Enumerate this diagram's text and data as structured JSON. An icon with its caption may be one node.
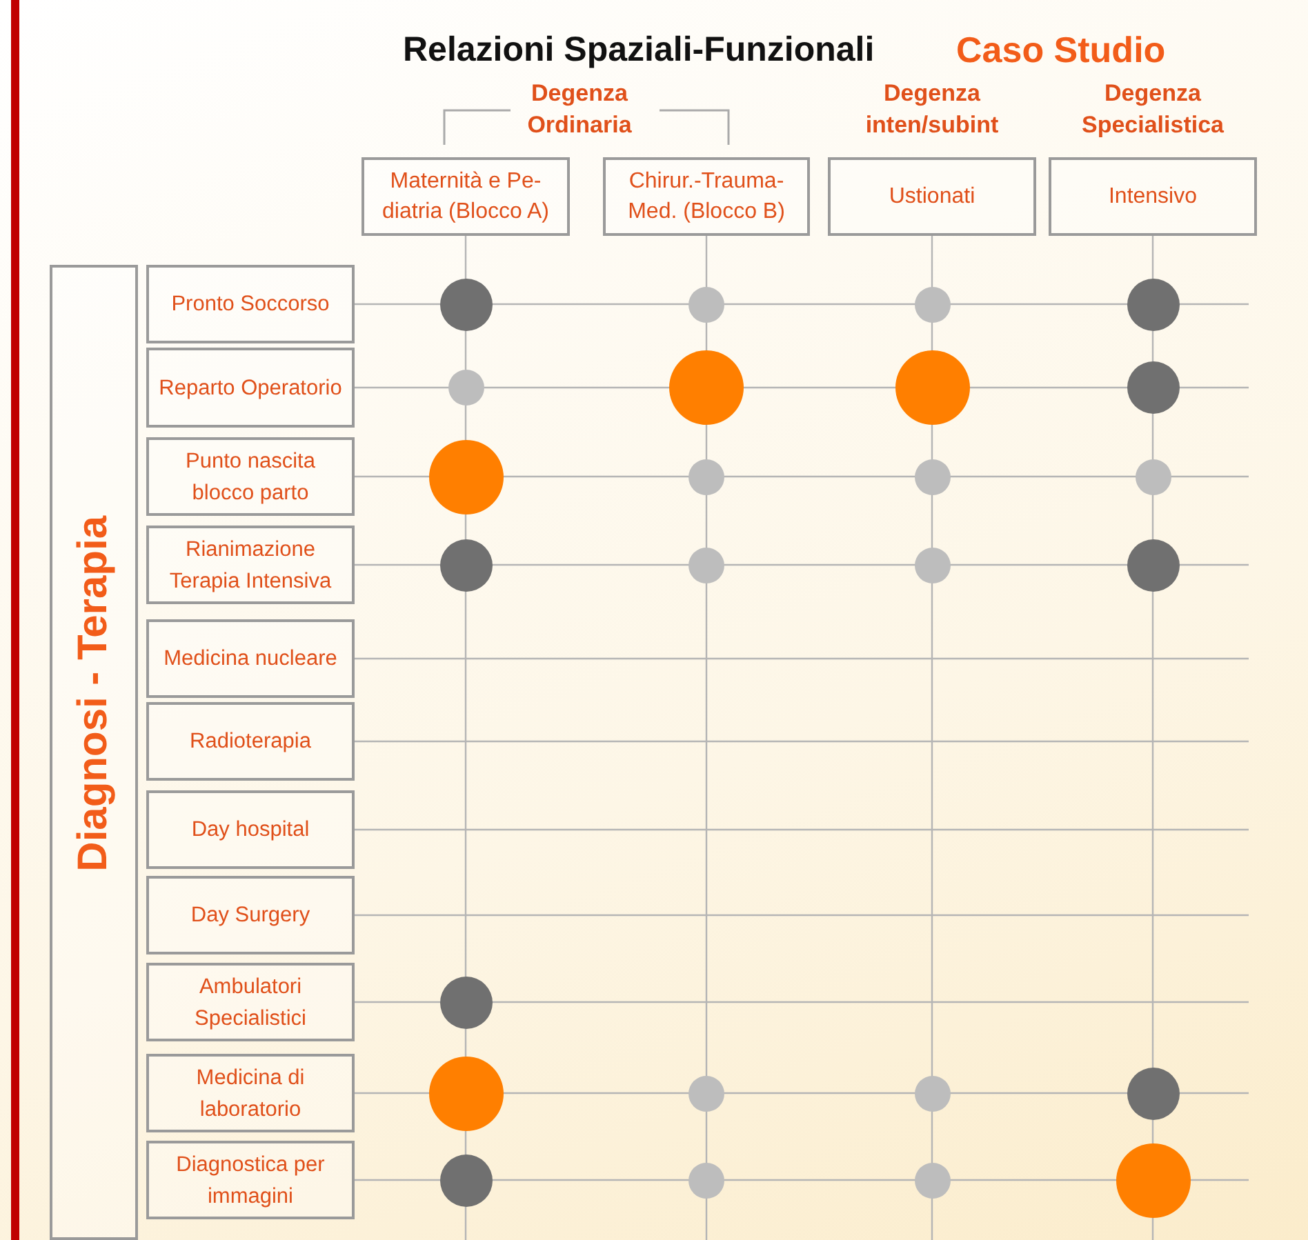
{
  "diagram": {
    "title": "Relazioni Spaziali-Funzionali",
    "nodes": [
      {
        "text": [
          "Maternità e Pe- diatria (Blocco A)"
        ]
      },
      {
        "text": [
          "Chirur.-Trauma- Med. (Blocco B)"
        ]
      },
      {
        "text": [
          "Degenza inten/subint",
          "Ustionati"
        ]
      },
      {
        "text": [
          "Degenza Specialistica",
          "Intensivo"
        ]
      },
      {
        "text": [
          "Diagnosi - Terapia"
        ]
      },
      {
        "text": [
          "Pronto Soccorso"
        ]
      },
      {
        "text": [
          "Reparto Operatorio"
        ]
      },
      {
        "text": [
          "Punto nascita blocco parto"
        ]
      },
      {
        "text": [
          "Rianimazione Terapia Intensiva"
        ]
      },
      {
        "text": [
          "Medicina nucleare"
        ]
      },
      {
        "text": [
          "Radioterapia"
        ]
      },
      {
        "text": [
          "Day hospital"
        ]
      },
      {
        "text": [
          "Day Surgery"
        ]
      },
      {
        "text": [
          "Ambulatori Specialistici"
        ]
      },
      {
        "text": [
          "Medicina di laboratorio"
        ]
      },
      {
        "text": [
          "Diagnostica per immagini"
        ]
      },
      {
        "text": [],
        "shape": "circle"
      },
      {
        "text": [],
        "shape": "circle"
      },
      {
        "text": [],
        "shape": "circle"
      },
      {
        "text": [],
        "shape": "circle"
      },
      {
        "text": [],
        "shape": "circle"
      },
      {
        "text": [],
        "shape": "circle"
      },
      {
        "text": [],
        "shape": "circle"
      },
      {
        "text": [],
        "shape": "circle"
      },
      {
        "text": [],
        "shape": "circle"
      },
      {
        "text": [],
        "shape": "circle"
      },
      {
        "text": [],
        "shape": "circle"
      },
      {
        "text": [],
        "shape": "circle"
      },
      {
        "text": [],
        "shape": "circle"
      },
      {
        "text": [],
        "shape": "circle"
      },
      {
        "text": [],
        "shape": "circle"
      },
      {
        "text": [],
        "shape": "circle"
      },
      {
        "text": [],
        "shape": "circle"
      },
      {
        "text": [],
        "shape": "circle"
      },
      {
        "text": [],
        "shape": "circle"
      },
      {
        "text": [],
        "shape": "circle"
      },
      {
        "text": [],
        "shape": "circle"
      },
      {
        "text": [],
        "shape": "circle"
      },
      {
        "text": [],
        "shape": "circle"
      },
      {
        "text": [],
        "shape": "circle"
      },
      {
        "text": [],
        "shape": "circle"
      }
    ],
    "edges": [
      {
        "from": 0,
        "to": null,
        "arrow": "none"
      },
      {
        "from": 1,
        "to": null,
        "arrow": "none"
      },
      {
        "from": 2,
        "to": null,
        "arrow": "none"
      },
      {
        "from": 3,
        "to": null,
        "arrow": "none"
      },
      {
        "from": 5,
        "to": null,
        "arrow": "none"
      },
      {
        "from": 6,
        "to": null,
        "arrow": "none"
      },
      {
        "from": 7,
        "to": null,
        "arrow": "none"
      },
      {
        "from": 8,
        "to": null,
        "arrow": "none"
      },
      {
        "from": 9,
        "to": null,
        "arrow": "none"
      },
      {
        "from": 10,
        "to": null,
        "arrow": "none"
      },
      {
        "from": 11,
        "to": null,
        "arrow": "none"
      },
      {
        "from": 12,
        "to": null,
        "arrow": "none"
      },
      {
        "from": 13,
        "to": null,
        "arrow": "none"
      },
      {
        "from": 14,
        "to": null,
        "arrow": "none"
      },
      {
        "from": 15,
        "to": null,
        "arrow": "none"
      }
    ],
    "labels": [
      "Caso Studio",
      "Degenza Ordinaria"
    ]
  }
}
